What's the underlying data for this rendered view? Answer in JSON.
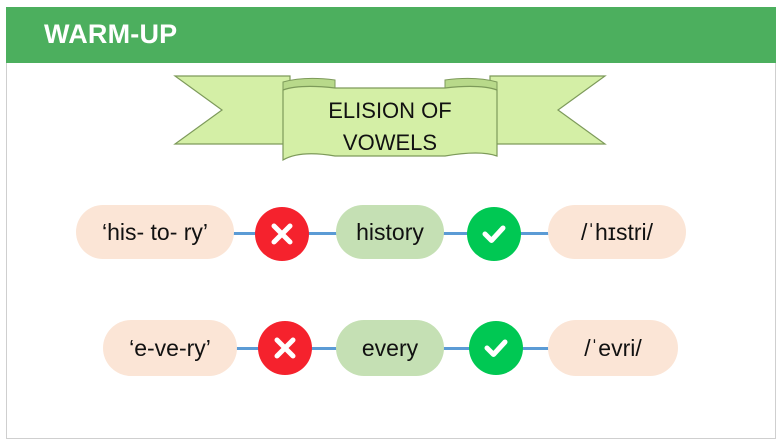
{
  "header": {
    "title": "WARM-UP"
  },
  "banner": {
    "line1": "ELISION OF",
    "line2": "VOWELS"
  },
  "rows": [
    {
      "syllables": "‘his- to- ry’",
      "word": "history",
      "ipa": "/ˈhɪstri/"
    },
    {
      "syllables": "‘e-ve-ry’",
      "word": "every",
      "ipa": "/ˈevri/"
    }
  ],
  "colors": {
    "header": "#4caf5e",
    "banner": "#d4efa6",
    "peach": "#fbe5d6",
    "green_pill": "#c5e0b4",
    "wrong": "#f5222d",
    "right": "#00c853",
    "connector": "#5b9bd5"
  },
  "icons": {
    "wrong": "x-icon",
    "right": "checkmark-icon"
  }
}
